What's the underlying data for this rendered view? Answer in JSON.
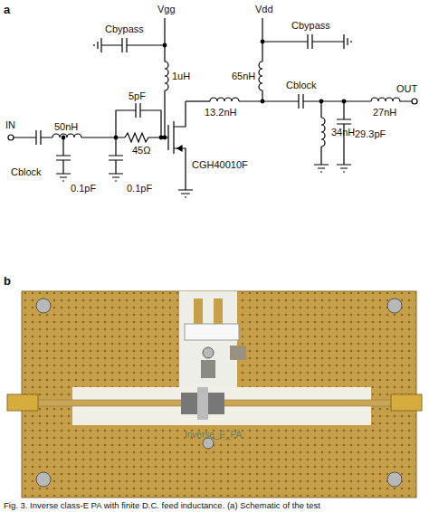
{
  "diagram": {
    "caption": "Fig. 3. Inverse class-E PA with finite D.C. feed inductance. (a) Schematic of the test",
    "labels": [
      "a",
      "IN",
      "Cblock",
      "50nH",
      "0.1pF",
      "0.1pF",
      "5pF",
      "45Ω",
      "Vgg",
      "Cbypass",
      "1uH",
      "CGH40010F",
      "13.2nH",
      "Vdd",
      "Cbypass",
      "65nH",
      "Cblock",
      "34nH",
      "29.3pF",
      "27nH",
      "OUT",
      "b",
      "Inverse_E_PA"
    ]
  }
}
